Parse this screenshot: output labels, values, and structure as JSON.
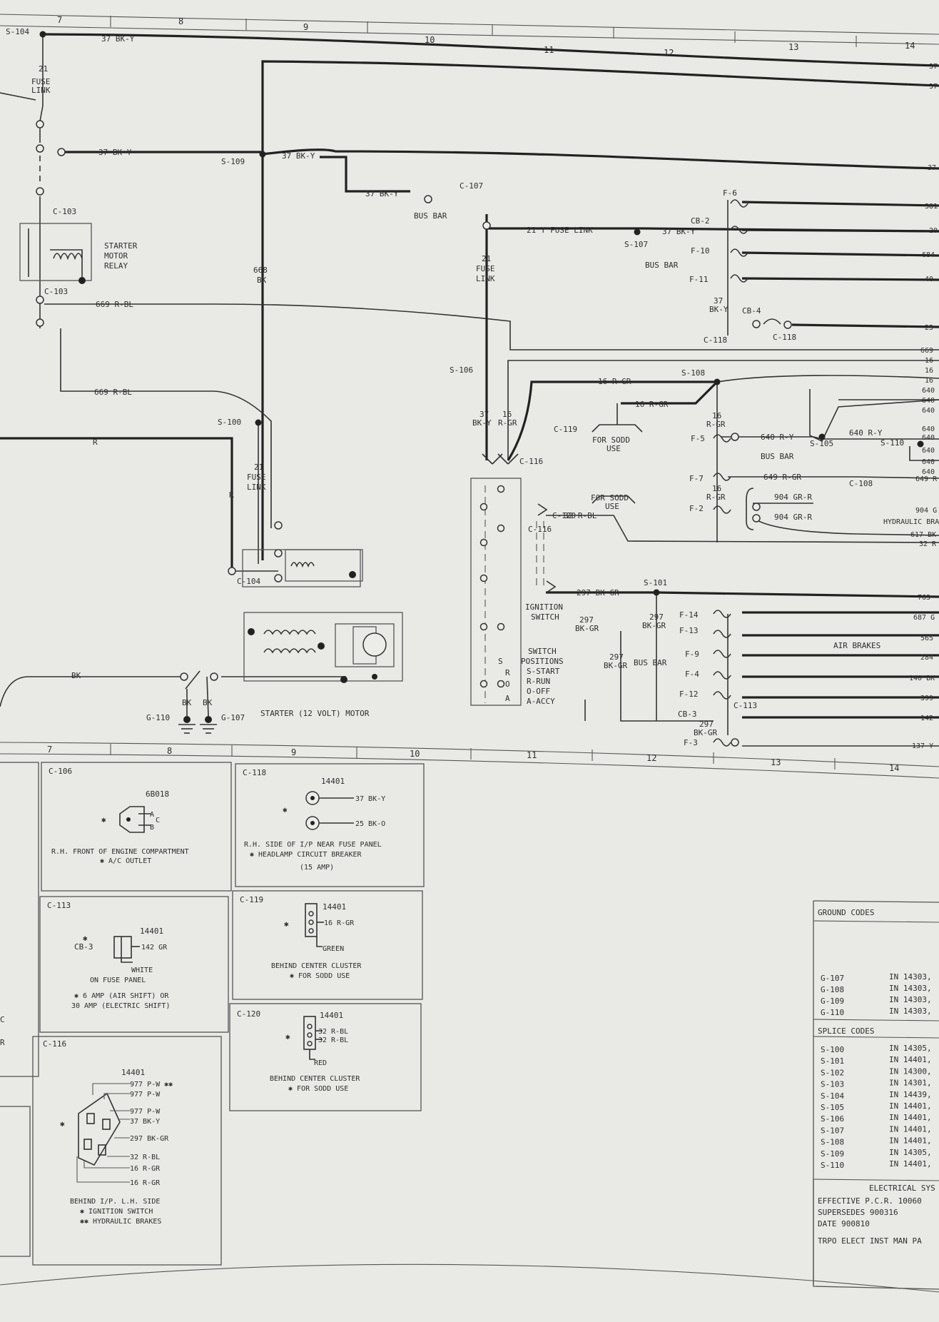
{
  "grid_top": [
    "7",
    "8",
    "9",
    "10",
    "11",
    "12",
    "13",
    "14"
  ],
  "grid_bottom": [
    "7",
    "8",
    "9",
    "10",
    "11",
    "12",
    "13",
    "14"
  ],
  "splices": {
    "s104": "S-104",
    "s109": "S-109",
    "s107": "S-107",
    "s106": "S-106",
    "s100": "S-100",
    "s108": "S-108",
    "s105": "S-105",
    "s101": "S-101",
    "s110": "S-110"
  },
  "connectors": {
    "c103a": "C-103",
    "c103b": "C-103",
    "c104": "C-104",
    "c107": "C-107",
    "c116a": "C-116",
    "c116b": "C-116",
    "c119": "C-119",
    "c120": "C-120",
    "c118a": "C-118",
    "c118b": "C-118",
    "c108": "C-108",
    "c113": "C-113"
  },
  "grounds": {
    "g110": "G-110",
    "g107": "G-107"
  },
  "fuses": {
    "f6": "F-6",
    "cb2": "CB-2",
    "f10": "F-10",
    "f11": "F-11",
    "cb4": "CB-4",
    "f5": "F-5",
    "f7": "F-7",
    "f2": "F-2",
    "f14": "F-14",
    "f13": "F-13",
    "f9": "F-9",
    "f4": "F-4",
    "f12": "F-12",
    "cb3": "CB-3",
    "f3": "F-3"
  },
  "wires": {
    "w37bky_top": "37 BK-Y",
    "w37bky_a": "37 BK-Y",
    "w37bky_b": "37 BK-Y",
    "w37bky_c": "37 BK-Y",
    "w37bky_d": "37 BK-Y",
    "w669a": "669 R-BL",
    "w669b": "669 R-BL",
    "wR1": "R",
    "wR2": "R",
    "wBK": "BK",
    "w21y": "21 Y FUSE LINK",
    "w16rgr_a": "16 R-GR",
    "w16rgr_b": "16 R-GR",
    "w640ry_a": "640 R-Y",
    "w640ry_b": "640 R-Y",
    "w649": "649 R-GR",
    "w904a": "904 GR-R",
    "w904b": "904 GR-R",
    "w32": "32 R-BL",
    "w297": "297 BK-GR",
    "w668": "668",
    "w668bk": "BK",
    "w37v": "37",
    "w37v2": "BK-Y",
    "w16v": "16",
    "w16v2": "R-GR",
    "w37f": "37",
    "w37f2": "BK-Y",
    "w16f": "16",
    "w16f2": "R-GR",
    "w16f3": "16",
    "w16f4": "R-GR",
    "w297a": "297",
    "w297a2": "BK-GR",
    "w297b": "297",
    "w297b2": "BK-GR",
    "w297c": "297",
    "w297c2": "BK-GR",
    "w297d": "297",
    "w297d2": "BK-GR",
    "bkg1": "BK",
    "bkg2": "BK"
  },
  "labels": {
    "fuse_link_21": "21",
    "fuse": "FUSE",
    "link": "LINK",
    "fuse_link_21b": "21",
    "fuseb": "FUSE",
    "linkb": "LINK",
    "fuse_link_21c": "21",
    "fusec": "FUSE",
    "linkc": "LINK",
    "relay1": "STARTER",
    "relay2": "MOTOR",
    "relay3": "RELAY",
    "bus_bar_a": "BUS BAR",
    "bus_bar_b": "BUS BAR",
    "bus_bar_c": "BUS BAR",
    "bus_bar_d": "BUS BAR",
    "for_sodd_a1": "FOR SODD",
    "for_sodd_a2": "USE",
    "for_sodd_b1": "FOR SODD",
    "for_sodd_b2": "USE",
    "ign1": "IGNITION",
    "ign2": "SWITCH",
    "sw1": "SWITCH",
    "sw2": "POSITIONS",
    "sw3": "S-START",
    "sw4": "R-RUN",
    "sw5": "O-OFF",
    "sw6": "A-ACCY",
    "pos_s": "S",
    "pos_r": "R",
    "pos_o": "O",
    "pos_a": "A",
    "starter_motor": "STARTER (12 VOLT) MOTOR",
    "hyd": "HYDRAULIC BRA",
    "air": "AIR BRAKES"
  },
  "right_edge": {
    "r1": "37",
    "r2": "37",
    "r3": "37",
    "r4": "381",
    "r5": "20",
    "r6": "684",
    "r7": "40",
    "r8": "25",
    "r9": "669",
    "r10": "16 (",
    "r11": "16 (",
    "r12": "16 (",
    "r13": "640",
    "r14": "640",
    "r15": "640",
    "r16": "640",
    "r17": "640",
    "r18": "640",
    "r19": "640",
    "r20": "640",
    "r21": "649 R",
    "r22": "904 G",
    "r23": "617 BK",
    "r24": "32 R",
    "r25": "763",
    "r26": "687 G",
    "r27": "565",
    "r28": "284",
    "r29": "140 BK",
    "r30": "399",
    "r31": "142",
    "r32": "137 Y-"
  },
  "panels": {
    "c106": {
      "title": "C-106",
      "part": "6B018",
      "pin_a": "A",
      "pin_b": "B",
      "pin_c": "C",
      "star": "✱",
      "desc1": "R.H. FRONT OF ENGINE COMPARTMENT",
      "desc2": "✱ A/C OUTLET"
    },
    "c118": {
      "title": "C-118",
      "part": "14401",
      "w1": "37 BK-Y",
      "w2": "25 BK-O",
      "star": "✱",
      "desc1": "R.H. SIDE OF I/P NEAR FUSE PANEL",
      "desc2": "✱ HEADLAMP CIRCUIT BREAKER",
      "desc3": "(15 AMP)"
    },
    "c113": {
      "title": "C-113",
      "part": "14401",
      "cb": "CB-3",
      "wire": "142 GR",
      "star": "✱",
      "color": "WHITE",
      "desc1": "ON FUSE PANEL",
      "desc2": "✱ 6 AMP (AIR SHIFT) OR",
      "desc3": "30 AMP (ELECTRIC SHIFT)"
    },
    "c119": {
      "title": "C-119",
      "part": "14401",
      "wire": "16 R-GR",
      "star": "✱",
      "color": "GREEN",
      "desc1": "BEHIND CENTER CLUSTER",
      "desc2": "✱ FOR SODD USE"
    },
    "c120": {
      "title": "C-120",
      "part": "14401",
      "w1": "32 R-BL",
      "w2": "32 R-BL",
      "star": "✱",
      "color": "RED",
      "desc1": "BEHIND CENTER CLUSTER",
      "desc2": "✱ FOR SODD USE"
    },
    "c116": {
      "title": "C-116",
      "part": "14401",
      "wires": [
        "977 P-W ✱✱",
        "977 P-W",
        "977 P-W",
        "37 BK-Y",
        "297 BK-GR",
        "32 R-BL",
        "16 R-GR",
        "16 R-GR"
      ],
      "star": "✱",
      "desc1": "BEHIND I/P. L.H. SIDE",
      "desc2": "✱ IGNITION SWITCH",
      "desc3": "✱✱ HYDRAULIC BRAKES"
    }
  },
  "left_fragment": {
    "a": "C",
    "b": "R"
  },
  "ground_codes": {
    "title": "GROUND CODES",
    "rows": [
      {
        "code": "G-107",
        "loc": "IN 14303,"
      },
      {
        "code": "G-108",
        "loc": "IN 14303,"
      },
      {
        "code": "G-109",
        "loc": "IN 14303,"
      },
      {
        "code": "G-110",
        "loc": "IN 14303,"
      }
    ]
  },
  "splice_codes": {
    "title": "SPLICE CODES",
    "rows": [
      {
        "code": "S-100",
        "loc": "IN 14305,"
      },
      {
        "code": "S-101",
        "loc": "IN 14401,"
      },
      {
        "code": "S-102",
        "loc": "IN 14300,"
      },
      {
        "code": "S-103",
        "loc": "IN 14301,"
      },
      {
        "code": "S-104",
        "loc": "IN 14439,"
      },
      {
        "code": "S-105",
        "loc": "IN 14401,"
      },
      {
        "code": "S-106",
        "loc": "IN 14401,"
      },
      {
        "code": "S-107",
        "loc": "IN 14401,"
      },
      {
        "code": "S-108",
        "loc": "IN 14401,"
      },
      {
        "code": "S-109",
        "loc": "IN 14305,"
      },
      {
        "code": "S-110",
        "loc": "IN 14401,"
      }
    ]
  },
  "title_block": {
    "l1": "ELECTRICAL SYS",
    "l2": "EFFECTIVE P.C.R. 10060",
    "l3": "SUPERSEDES 900316",
    "l4": "DATE 900810",
    "l5": "TRPO ELECT INST MAN PA"
  }
}
